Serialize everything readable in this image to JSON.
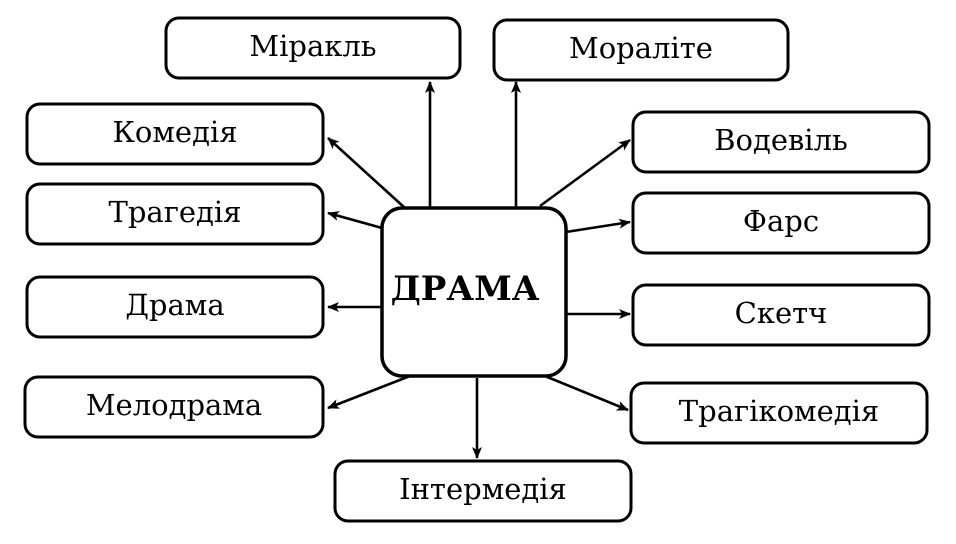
{
  "colors": {
    "stroke": "#000000",
    "background": "#ffffff"
  },
  "center": {
    "label": "ДРАМА"
  },
  "nodes": {
    "miracle": "Міракль",
    "morality": "Мораліте",
    "comedy": "Комедія",
    "vaudeville": "Водевіль",
    "tragedy": "Трагедія",
    "farce": "Фарс",
    "drama": "Драма",
    "sketch": "Скетч",
    "melodrama": "Мелодрама",
    "tragicomedy": "Трагікомедія",
    "intermedia": "Інтермедія"
  }
}
